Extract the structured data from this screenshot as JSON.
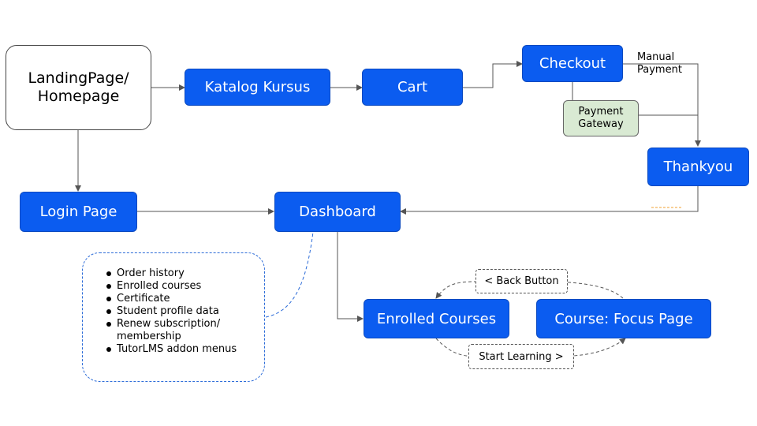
{
  "nodes": {
    "landing": "LandingPage/\nHomepage",
    "katalog": "Katalog Kursus",
    "cart": "Cart",
    "checkout": "Checkout",
    "payment_gateway": "Payment\nGateway",
    "thankyou": "Thankyou",
    "login": "Login Page",
    "dashboard": "Dashboard",
    "enrolled": "Enrolled Courses",
    "focus": "Course: Focus Page"
  },
  "edge_labels": {
    "manual_payment": "Manual\nPayment",
    "back_button": "< Back Button",
    "start_learning": "Start Learning >"
  },
  "dashboard_menu": [
    "Order history",
    "Enrolled courses",
    "Certificate",
    "Student profile data",
    "Renew subscription/\nmembership",
    "TutorLMS addon menus"
  ],
  "colors": {
    "node_blue": "#0b5cf0",
    "gateway_green": "#d9ead3",
    "note_border": "#2b6bd8",
    "accent_orange": "#f0a030"
  }
}
